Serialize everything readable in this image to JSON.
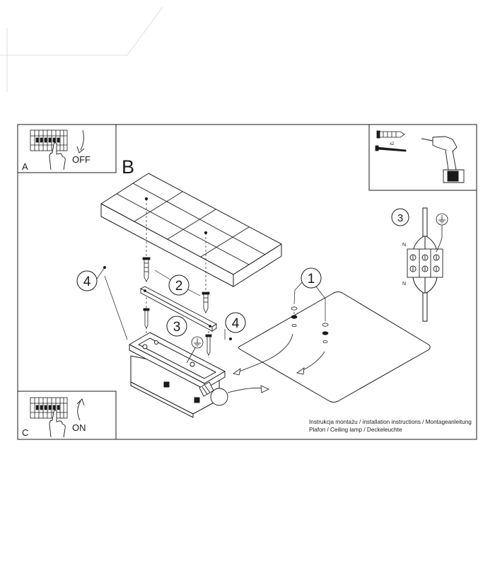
{
  "panels": {
    "a": {
      "letter": "A",
      "action": "OFF",
      "switch_icon": "circuit-breaker-icon",
      "arrow_icon": "arrow-down-icon"
    },
    "b": {
      "letter": "B"
    },
    "c": {
      "letter": "C",
      "action": "ON",
      "switch_icon": "circuit-breaker-icon",
      "arrow_icon": "arrow-up-icon"
    },
    "tools": {
      "dowel_count": "x2",
      "dowel_icon": "wall-plug-icon",
      "screw_icon": "screw-icon",
      "drill_icon": "drill-icon"
    },
    "wiring": {
      "callout": "3",
      "n_top": "N",
      "n_bottom": "N",
      "ground_icon": "ground-icon"
    }
  },
  "callouts": {
    "one": "1",
    "two": "2",
    "three": "3",
    "four_left": "4",
    "four_right": "4"
  },
  "footer": {
    "line1": "Instrukcja montażu / installation instructions / Montageanleitung",
    "line2": "Plafon / Ceiling lamp / Deckeleuchte"
  },
  "colors": {
    "ink": "#1a1a1a",
    "fill": "#ffffff",
    "grid_faint": "#d6d6d6"
  }
}
